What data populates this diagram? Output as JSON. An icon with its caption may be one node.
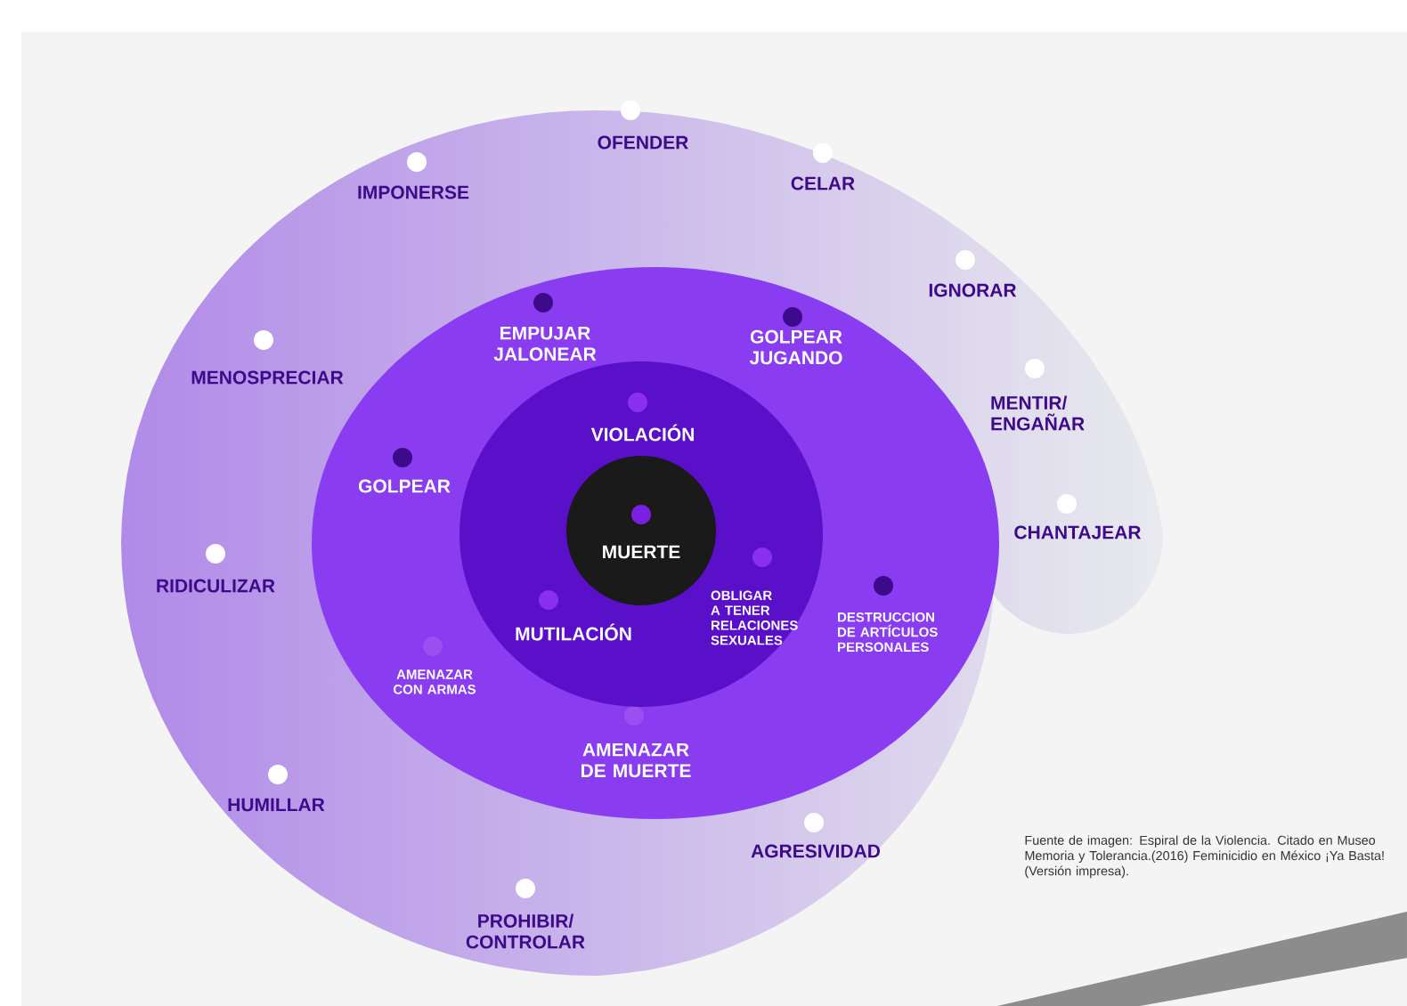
{
  "diagram": {
    "nodes": [
      {
        "text": [
          "OFENDER",
          "CELAR",
          "IMPONERSE",
          "IGNORAR",
          "MENOSPRECIAR",
          "MENTIR/ ENGAÑAR",
          "CHANTAJEAR",
          "RIDICULIZAR",
          "HUMILLAR",
          "AGRESIVIDAD",
          "PROHIBIR/ CONTROLAR"
        ]
      },
      {
        "text": [
          "EMPUJAR JALONEAR",
          "GOLPEAR JUGANDO",
          "GOLPEAR",
          "DESTRUCCION DE ARTÍCULOS PERSONALES",
          "AMENAZAR CON ARMAS",
          "AMENAZAR DE MUERTE"
        ],
        "in": 0
      },
      {
        "text": [
          "VIOLACIÓN",
          "MUTILACIÓN",
          "OBLIGAR A TENER RELACIONES SEXUALES"
        ],
        "in": 1
      },
      {
        "text": [
          "MUERTE"
        ],
        "in": 2
      }
    ],
    "caption": "Fuente de imagen: Espiral de la Violencia. Citado en Museo Memoria y Tolerancia.(2016) Feminicidio en México ¡Ya Basta! (Versión impresa)."
  }
}
